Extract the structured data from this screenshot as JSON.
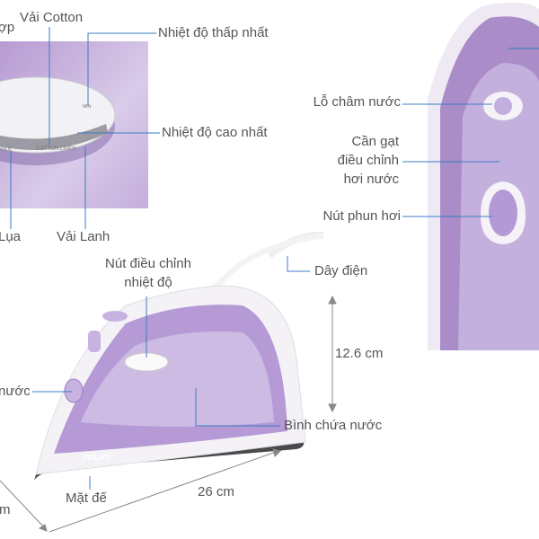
{
  "dial_inset": {
    "labels": {
      "partial_top_left": "ợp",
      "cotton": "Vải Cotton",
      "min_temp": "Nhiệt độ thấp nhất",
      "max_temp": "Nhiệt độ cao nhất",
      "silk": "Lụa",
      "linen": "Vải Lanh"
    },
    "dial_marks": {
      "silk": "SILK",
      "cotton": "COTTON",
      "linen": "LINEN",
      "min": "MIN"
    }
  },
  "top_view": {
    "labels": {
      "water_inlet": "Lỗ châm nước",
      "steam_lever_1": "Cần gạt",
      "steam_lever_2": "điều chỉnh",
      "steam_lever_3": "hơi nước",
      "spray_button": "Nút phun hơi"
    }
  },
  "side_view": {
    "labels": {
      "temp_knob_1": "Nút điều chỉnh",
      "temp_knob_2": "nhiệt độ",
      "power_cord": "Dây điện",
      "height": "12.6 cm",
      "partial_left": "nước",
      "water_tank": "Bình chứa nước",
      "soleplate": "Mặt đế",
      "length": "26 cm",
      "partial_width": "m"
    },
    "brand": "PHILIPS"
  },
  "colors": {
    "leader_line": "#3a7cc4",
    "purple": "#9b7fc0",
    "light_purple": "#d9cbe9",
    "dimension": "#888888"
  }
}
